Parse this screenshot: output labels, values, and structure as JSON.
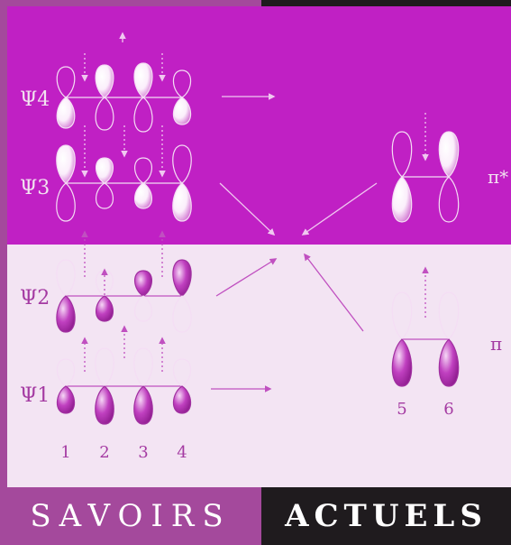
{
  "labels": {
    "psi4": "Ψ4",
    "psi3": "Ψ3",
    "psi2": "Ψ2",
    "psi1": "Ψ1",
    "pi_star": "π*",
    "pi": "π",
    "atoms": [
      "1",
      "2",
      "3",
      "4"
    ],
    "ethylene_atoms": [
      "5",
      "6"
    ]
  },
  "footer": {
    "left": "SAVOIRS",
    "right": "ACTUELS"
  },
  "colors": {
    "upper_band": "#c020c4",
    "lower_band": "#f3e4f3",
    "lobe_fill_light": "#ffffff",
    "lobe_fill_dark": "#c030c0",
    "frame_left": "#a4499c",
    "frame_dark": "#1f1b1e"
  },
  "diagram": {
    "psi4_signs": [
      -1,
      1,
      1,
      -1
    ],
    "psi3_signs": [
      1,
      1,
      -1,
      -1
    ],
    "psi2_signs": [
      -1,
      -1,
      1,
      1
    ],
    "psi1_signs": [
      -1,
      -1,
      -1,
      -1
    ]
  }
}
